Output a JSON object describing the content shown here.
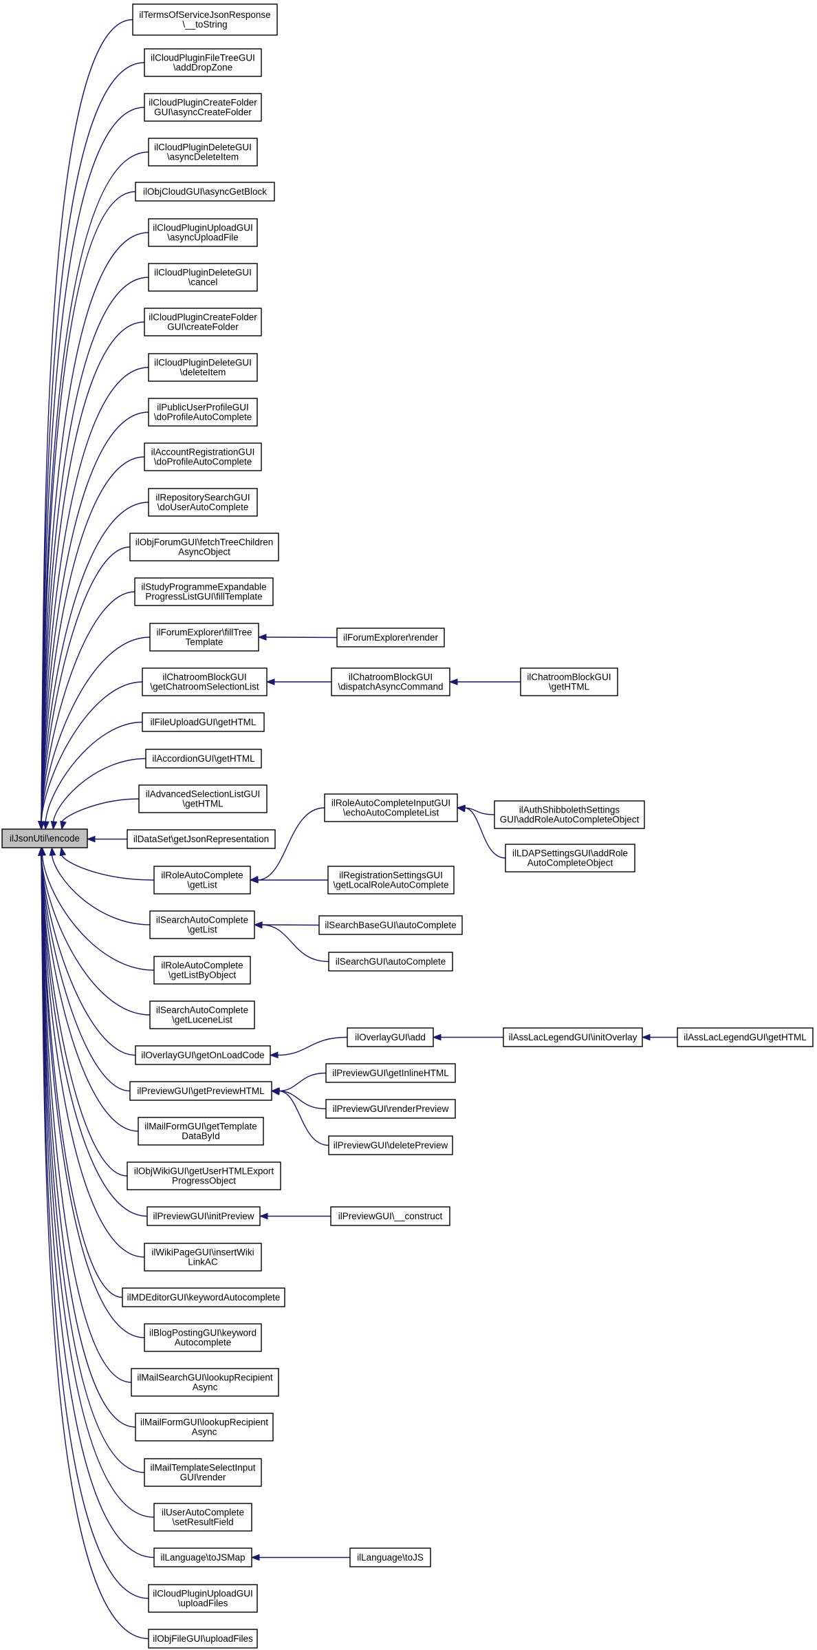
{
  "colors": {
    "edge": "#191970",
    "node_border": "#000000",
    "root_fill": "#bfbfbf",
    "node_fill": "#ffffff"
  },
  "nodes": {
    "encode": [
      "ilJsonUtil\\encode"
    ],
    "tos_tostring": [
      "ilTermsOfServiceJsonResponse",
      "\\__toString"
    ],
    "addDropZone": [
      "ilCloudPluginFileTreeGUI",
      "\\addDropZone"
    ],
    "asyncCreateFolder": [
      "ilCloudPluginCreateFolder",
      "GUI\\asyncCreateFolder"
    ],
    "asyncDeleteItem": [
      "ilCloudPluginDeleteGUI",
      "\\asyncDeleteItem"
    ],
    "asyncGetBlock": [
      "ilObjCloudGUI\\asyncGetBlock"
    ],
    "asyncUploadFile": [
      "ilCloudPluginUploadGUI",
      "\\asyncUploadFile"
    ],
    "cancel": [
      "ilCloudPluginDeleteGUI",
      "\\cancel"
    ],
    "createFolder": [
      "ilCloudPluginCreateFolder",
      "GUI\\createFolder"
    ],
    "deleteItem": [
      "ilCloudPluginDeleteGUI",
      "\\deleteItem"
    ],
    "pub_doProfile": [
      "ilPublicUserProfileGUI",
      "\\doProfileAutoComplete"
    ],
    "acc_doProfile": [
      "ilAccountRegistrationGUI",
      "\\doProfileAutoComplete"
    ],
    "doUserAutoComplete": [
      "ilRepositorySearchGUI",
      "\\doUserAutoComplete"
    ],
    "fetchTreeChildren": [
      "ilObjForumGUI\\fetchTreeChildren",
      "AsyncObject"
    ],
    "fillTemplate": [
      "ilStudyProgrammeExpandable",
      "ProgressListGUI\\fillTemplate"
    ],
    "fillTreeTemplate": [
      "ilForumExplorer\\fillTree",
      "Template"
    ],
    "forumRender": [
      "ilForumExplorer\\render"
    ],
    "getChatroomSel": [
      "ilChatroomBlockGUI",
      "\\getChatroomSelectionList"
    ],
    "dispatchAsync": [
      "ilChatroomBlockGUI",
      "\\dispatchAsyncCommand"
    ],
    "chatGetHTML": [
      "ilChatroomBlockGUI",
      "\\getHTML"
    ],
    "fileUploadGetHTML": [
      "ilFileUploadGUI\\getHTML"
    ],
    "accordionGetHTML": [
      "ilAccordionGUI\\getHTML"
    ],
    "advSelGetHTML": [
      "ilAdvancedSelectionListGUI",
      "\\getHTML"
    ],
    "getJsonRep": [
      "ilDataSet\\getJsonRepresentation"
    ],
    "roleGetList": [
      "ilRoleAutoComplete",
      "\\getList"
    ],
    "echoAutoComplete": [
      "ilRoleAutoCompleteInputGUI",
      "\\echoAutoCompleteList"
    ],
    "shibAddRole": [
      "ilAuthShibbolethSettings",
      "GUI\\addRoleAutoCompleteObject"
    ],
    "ldapAddRole": [
      "ilLDAPSettingsGUI\\addRole",
      "AutoCompleteObject"
    ],
    "getLocalRole": [
      "ilRegistrationSettingsGUI",
      "\\getLocalRoleAutoComplete"
    ],
    "searchGetList": [
      "ilSearchAutoComplete",
      "\\getList"
    ],
    "searchBaseAuto": [
      "ilSearchBaseGUI\\autoComplete"
    ],
    "searchGuiAuto": [
      "ilSearchGUI\\autoComplete"
    ],
    "roleGetListByObj": [
      "ilRoleAutoComplete",
      "\\getListByObject"
    ],
    "searchLucene": [
      "ilSearchAutoComplete",
      "\\getLuceneList"
    ],
    "getOnLoadCode": [
      "ilOverlayGUI\\getOnLoadCode"
    ],
    "overlayAdd": [
      "ilOverlayGUI\\add"
    ],
    "initOverlay": [
      "ilAssLacLegendGUI\\initOverlay"
    ],
    "legendGetHTML": [
      "ilAssLacLegendGUI\\getHTML"
    ],
    "getPreviewHTML": [
      "ilPreviewGUI\\getPreviewHTML"
    ],
    "getInlineHTML": [
      "ilPreviewGUI\\getInlineHTML"
    ],
    "renderPreview": [
      "ilPreviewGUI\\renderPreview"
    ],
    "deletePreview": [
      "ilPreviewGUI\\deletePreview"
    ],
    "getTemplateData": [
      "ilMailFormGUI\\getTemplate",
      "DataById"
    ],
    "getUserHTMLExport": [
      "ilObjWikiGUI\\getUserHTMLExport",
      "ProgressObject"
    ],
    "initPreview": [
      "ilPreviewGUI\\initPreview"
    ],
    "previewConstruct": [
      "ilPreviewGUI\\__construct"
    ],
    "insertWikiLink": [
      "ilWikiPageGUI\\insertWiki",
      "LinkAC"
    ],
    "mdKeyword": [
      "ilMDEditorGUI\\keywordAutocomplete"
    ],
    "blogKeyword": [
      "ilBlogPostingGUI\\keyword",
      "Autocomplete"
    ],
    "mailSearchLookup": [
      "ilMailSearchGUI\\lookupRecipient",
      "Async"
    ],
    "mailFormLookup": [
      "ilMailFormGUI\\lookupRecipient",
      "Async"
    ],
    "mailTplRender": [
      "ilMailTemplateSelectInput",
      "GUI\\render"
    ],
    "setResultField": [
      "ilUserAutoComplete",
      "\\setResultField"
    ],
    "toJSMap": [
      "ilLanguage\\toJSMap"
    ],
    "toJS": [
      "ilLanguage\\toJS"
    ],
    "cloudUploadFiles": [
      "ilCloudPluginUploadGUI",
      "\\uploadFiles"
    ],
    "objFileUpload": [
      "ilObjFileGUI\\uploadFiles"
    ]
  },
  "edges": [
    [
      "tos_tostring",
      "encode"
    ],
    [
      "addDropZone",
      "encode"
    ],
    [
      "asyncCreateFolder",
      "encode"
    ],
    [
      "asyncDeleteItem",
      "encode"
    ],
    [
      "asyncGetBlock",
      "encode"
    ],
    [
      "asyncUploadFile",
      "encode"
    ],
    [
      "cancel",
      "encode"
    ],
    [
      "createFolder",
      "encode"
    ],
    [
      "deleteItem",
      "encode"
    ],
    [
      "pub_doProfile",
      "encode"
    ],
    [
      "acc_doProfile",
      "encode"
    ],
    [
      "doUserAutoComplete",
      "encode"
    ],
    [
      "fetchTreeChildren",
      "encode"
    ],
    [
      "fillTemplate",
      "encode"
    ],
    [
      "fillTreeTemplate",
      "encode"
    ],
    [
      "getChatroomSel",
      "encode"
    ],
    [
      "fileUploadGetHTML",
      "encode"
    ],
    [
      "accordionGetHTML",
      "encode"
    ],
    [
      "advSelGetHTML",
      "encode"
    ],
    [
      "getJsonRep",
      "encode"
    ],
    [
      "roleGetList",
      "encode"
    ],
    [
      "searchGetList",
      "encode"
    ],
    [
      "roleGetListByObj",
      "encode"
    ],
    [
      "searchLucene",
      "encode"
    ],
    [
      "getOnLoadCode",
      "encode"
    ],
    [
      "getPreviewHTML",
      "encode"
    ],
    [
      "getTemplateData",
      "encode"
    ],
    [
      "getUserHTMLExport",
      "encode"
    ],
    [
      "initPreview",
      "encode"
    ],
    [
      "insertWikiLink",
      "encode"
    ],
    [
      "mdKeyword",
      "encode"
    ],
    [
      "blogKeyword",
      "encode"
    ],
    [
      "mailSearchLookup",
      "encode"
    ],
    [
      "mailFormLookup",
      "encode"
    ],
    [
      "mailTplRender",
      "encode"
    ],
    [
      "setResultField",
      "encode"
    ],
    [
      "toJSMap",
      "encode"
    ],
    [
      "cloudUploadFiles",
      "encode"
    ],
    [
      "objFileUpload",
      "encode"
    ],
    [
      "forumRender",
      "fillTreeTemplate"
    ],
    [
      "dispatchAsync",
      "getChatroomSel"
    ],
    [
      "chatGetHTML",
      "dispatchAsync"
    ],
    [
      "echoAutoComplete",
      "roleGetList"
    ],
    [
      "getLocalRole",
      "roleGetList"
    ],
    [
      "shibAddRole",
      "echoAutoComplete"
    ],
    [
      "ldapAddRole",
      "echoAutoComplete"
    ],
    [
      "searchBaseAuto",
      "searchGetList"
    ],
    [
      "searchGuiAuto",
      "searchGetList"
    ],
    [
      "overlayAdd",
      "getOnLoadCode"
    ],
    [
      "initOverlay",
      "overlayAdd"
    ],
    [
      "legendGetHTML",
      "initOverlay"
    ],
    [
      "getInlineHTML",
      "getPreviewHTML"
    ],
    [
      "renderPreview",
      "getPreviewHTML"
    ],
    [
      "deletePreview",
      "getPreviewHTML"
    ],
    [
      "previewConstruct",
      "initPreview"
    ],
    [
      "toJS",
      "toJSMap"
    ]
  ]
}
